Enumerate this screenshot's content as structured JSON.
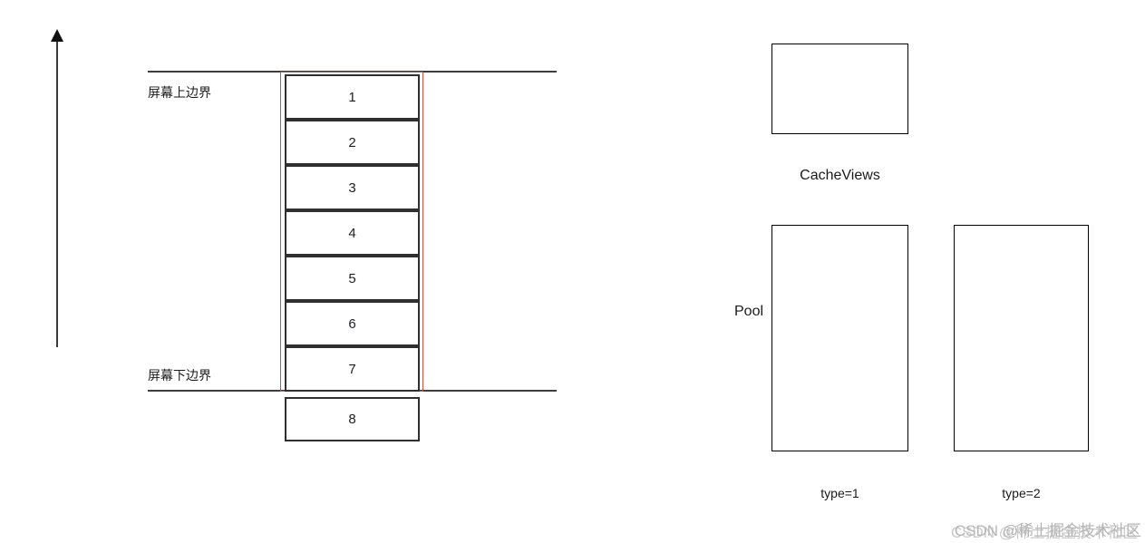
{
  "screen": {
    "top_boundary_label": "屏幕上边界",
    "bottom_boundary_label": "屏幕下边界",
    "cells": [
      "1",
      "2",
      "3",
      "4",
      "5",
      "6",
      "7"
    ],
    "offscreen_cell": "8"
  },
  "cache": {
    "label": "CacheViews"
  },
  "pool": {
    "label": "Pool",
    "types": [
      "type=1",
      "type=2"
    ]
  },
  "watermark": {
    "text": "CSDN @稀土掘金技术社区"
  },
  "colors": {
    "boundary_line": "#3d3d3d",
    "cell_border": "#2f2f2f",
    "box_border": "#000000",
    "visible_area_outline": "#c75050",
    "watermark_text": "#b5b5b5"
  }
}
